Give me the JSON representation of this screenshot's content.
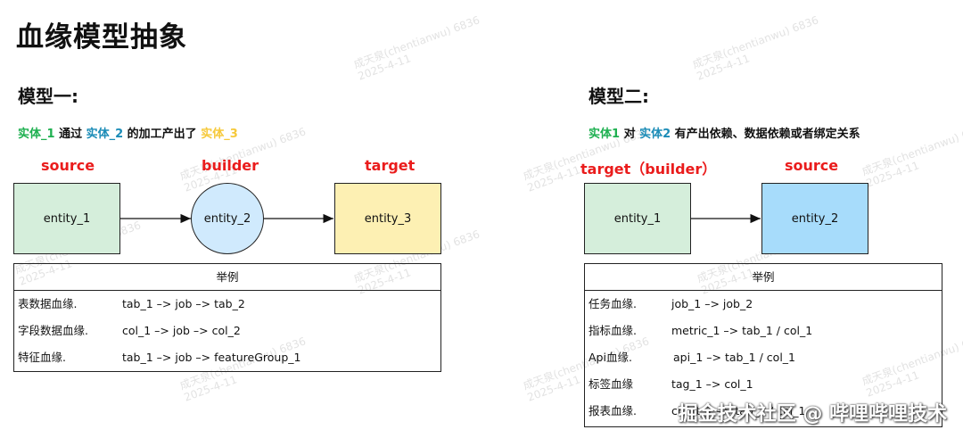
{
  "title": "血缘模型抽象",
  "model1": {
    "heading": "模型一:",
    "desc": {
      "e1": "实体_1",
      "t1": " 通过 ",
      "e2": "实体_2",
      "t2": " 的加工产出了 ",
      "e3": "实体_3"
    },
    "roles": {
      "source": "source",
      "builder": "builder",
      "target": "target"
    },
    "nodes": {
      "n1": "entity_1",
      "n2": "entity_2",
      "n3": "entity_3"
    },
    "table_header": "举例",
    "rows": [
      {
        "k": "表数据血缘.",
        "v": "tab_1 –> job –> tab_2"
      },
      {
        "k": "字段数据血缘.",
        "v": "col_1 –> job –> col_2"
      },
      {
        "k": "特征血缘.",
        "v": "tab_1 –> job –> featureGroup_1"
      }
    ]
  },
  "model2": {
    "heading": "模型二:",
    "desc": {
      "e1": "实体1",
      "t1": " 对 ",
      "e2": "实体2",
      "t2": " 有产出依赖、数据依赖或者绑定关系"
    },
    "roles": {
      "left": "target（builder）",
      "right": "source"
    },
    "nodes": {
      "n1": "entity_1",
      "n2": "entity_2"
    },
    "table_header": "举例",
    "rows": [
      {
        "k": "任务血缘.",
        "v": "job_1 –> job_2"
      },
      {
        "k": "指标血缘.",
        "v": "metric_1 –> tab_1 / col_1"
      },
      {
        "k": "Api血缘.",
        "v": "api_1 –> tab_1 / col_1"
      },
      {
        "k": "标签血缘",
        "v": "tag_1 –> col_1"
      },
      {
        "k": "报表血缘.",
        "v": "chart_1 –> tab_1 / col_1"
      }
    ]
  },
  "watermark": {
    "line1": "成天泉(chentianwu) 6836",
    "line2": "2025-4-11"
  },
  "brand": "掘金技术社区 @ 哔哩哔哩技术",
  "colors": {
    "green": "#1eb050",
    "teal": "#1b8cb7",
    "yellow": "#f6c93b",
    "red": "#ea1c1c",
    "box_green": "#d5eedb",
    "box_blue_light": "#d0eafd",
    "box_yellow": "#fdf0b3",
    "box_blue": "#a7dcfb"
  }
}
